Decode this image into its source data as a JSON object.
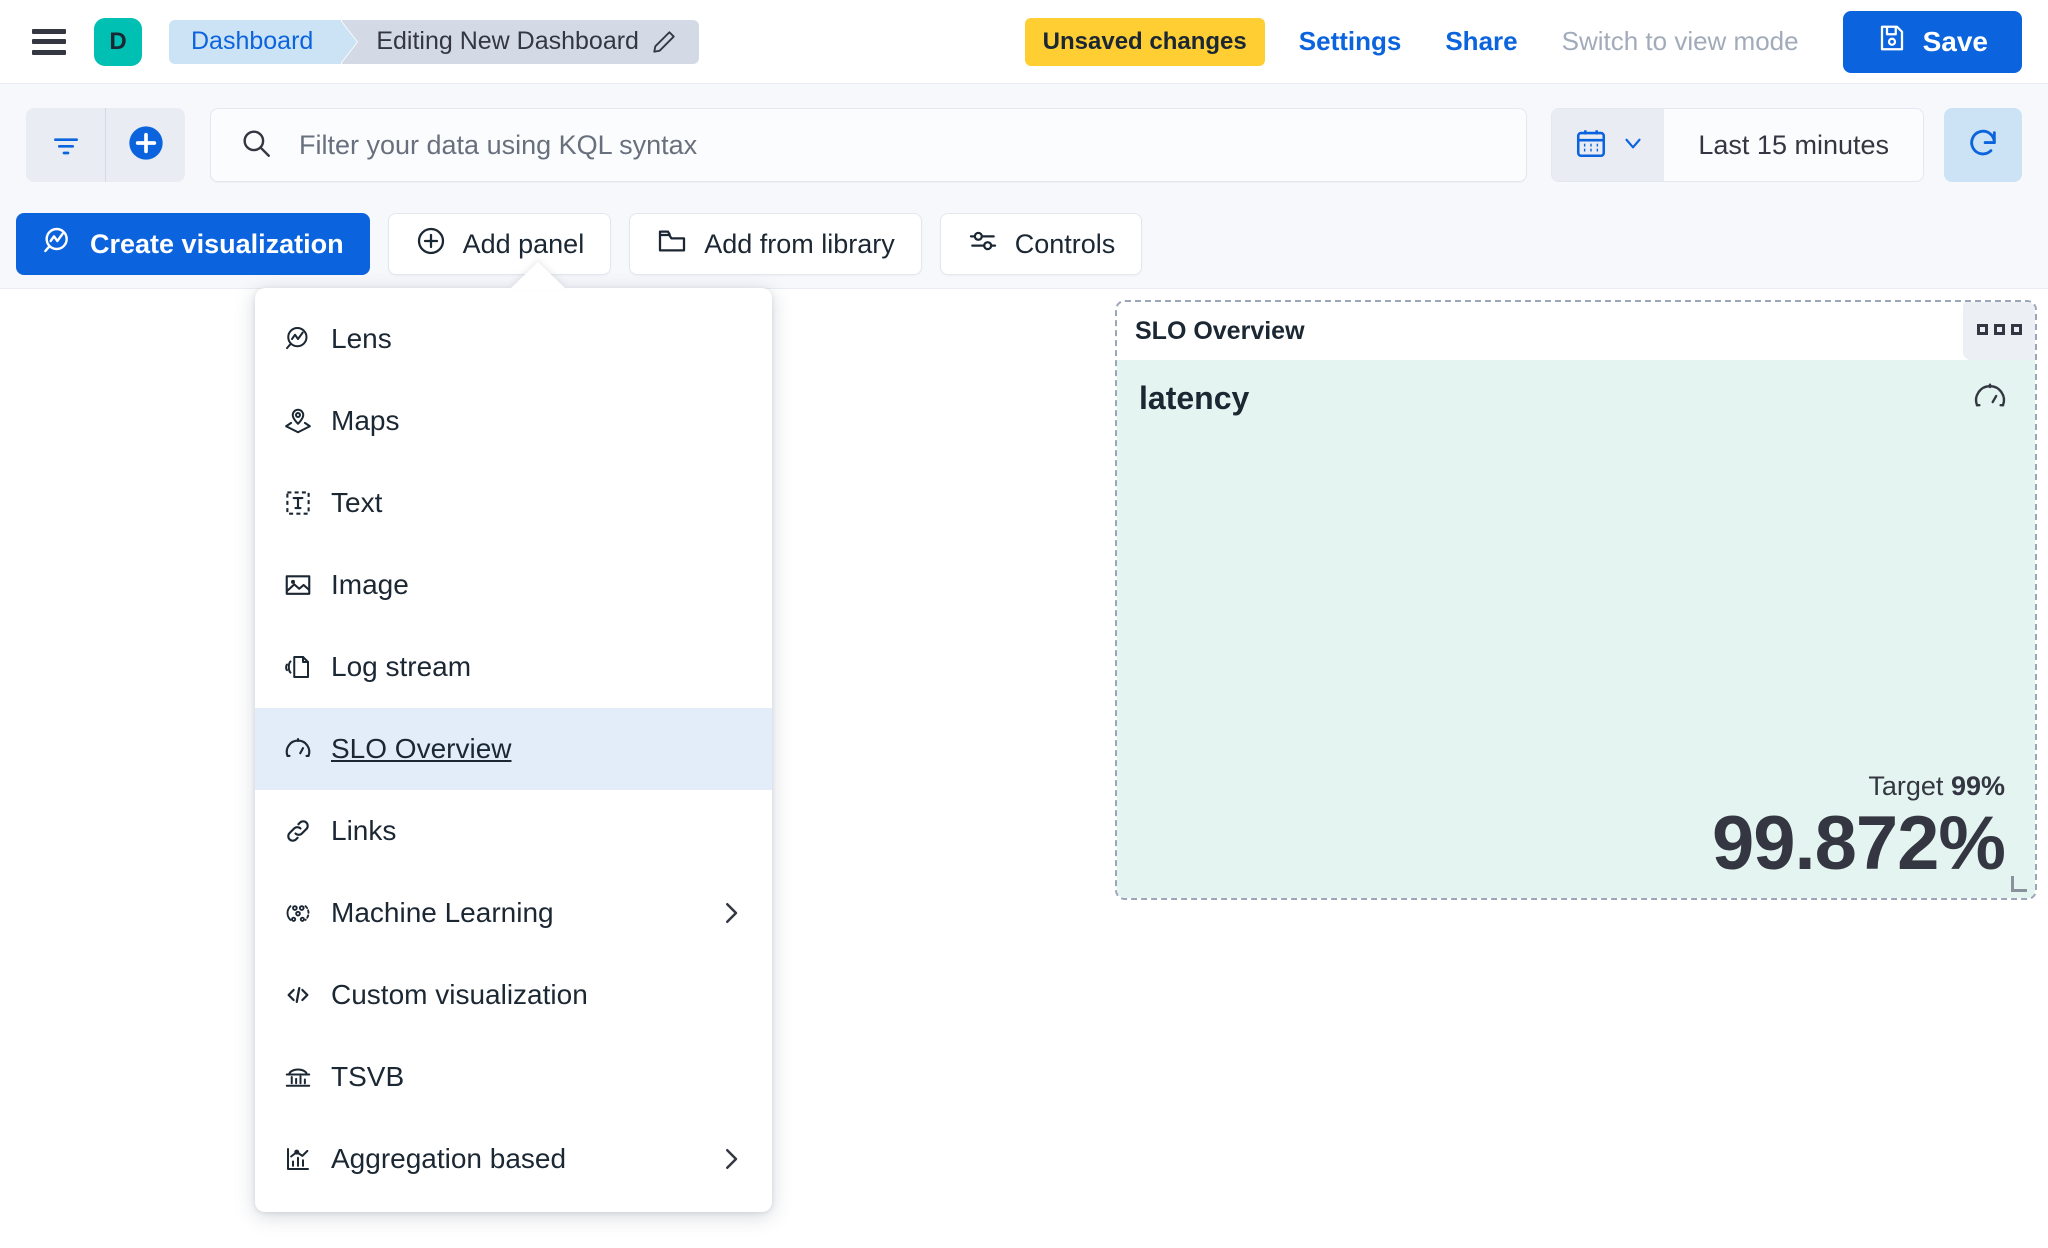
{
  "header": {
    "menu_icon": "hamburger-icon",
    "space_avatar_letter": "D",
    "breadcrumbs": [
      {
        "label": "Dashboard",
        "active": false
      },
      {
        "label": "Editing New Dashboard",
        "active": true,
        "icon": "pencil-icon"
      }
    ],
    "unsaved_badge": "Unsaved changes",
    "settings_link": "Settings",
    "share_link": "Share",
    "view_mode_link": "Switch to view mode",
    "save_label": "Save",
    "save_icon": "save-disk-icon",
    "accent_color": "#0B64DD",
    "badge_color": "#FFCE33",
    "avatar_color": "#00BFB3"
  },
  "querybar": {
    "filter_icon": "filter-icon",
    "add_filter_icon": "plus-circle-icon",
    "search_icon": "search-icon",
    "search_value": "",
    "search_placeholder": "Filter your data using KQL syntax",
    "calendar_icon": "calendar-icon",
    "calendar_chevron_icon": "chevron-down-icon",
    "date_range": "Last 15 minutes",
    "refresh_icon": "refresh-icon"
  },
  "toolbar": {
    "create_visualization": "Create visualization",
    "create_visualization_icon": "lens-icon",
    "add_panel": "Add panel",
    "add_panel_icon": "plus-circle-icon",
    "add_from_library": "Add from library",
    "add_from_library_icon": "folder-icon",
    "controls": "Controls",
    "controls_icon": "sliders-icon"
  },
  "add_panel_menu": {
    "items": [
      {
        "label": "Lens",
        "icon": "lens-icon",
        "has_submenu": false,
        "selected": false
      },
      {
        "label": "Maps",
        "icon": "map-marker-layers-icon",
        "has_submenu": false,
        "selected": false
      },
      {
        "label": "Text",
        "icon": "text-box-icon",
        "has_submenu": false,
        "selected": false
      },
      {
        "label": "Image",
        "icon": "image-icon",
        "has_submenu": false,
        "selected": false
      },
      {
        "label": "Log stream",
        "icon": "log-stream-icon",
        "has_submenu": false,
        "selected": false
      },
      {
        "label": "SLO Overview",
        "icon": "gauge-icon",
        "has_submenu": false,
        "selected": true
      },
      {
        "label": "Links",
        "icon": "link-icon",
        "has_submenu": false,
        "selected": false
      },
      {
        "label": "Machine Learning",
        "icon": "machine-learning-icon",
        "has_submenu": true,
        "selected": false
      },
      {
        "label": "Custom visualization",
        "icon": "code-icon",
        "has_submenu": false,
        "selected": false
      },
      {
        "label": "TSVB",
        "icon": "tsvb-icon",
        "has_submenu": false,
        "selected": false
      },
      {
        "label": "Aggregation based",
        "icon": "aggregation-icon",
        "has_submenu": true,
        "selected": false
      }
    ],
    "submenu_arrow_icon": "chevron-right-icon"
  },
  "slo_panel": {
    "title": "SLO Overview",
    "context_menu_icon": "grip-horizontal-icon",
    "slo_name": "latency",
    "gauge_icon": "gauge-icon",
    "target_label": "Target",
    "target_value": "99%",
    "current_value": "99.872%",
    "background_color": "#E4F5F1",
    "resize_handle_icon": "resize-corner-icon"
  }
}
